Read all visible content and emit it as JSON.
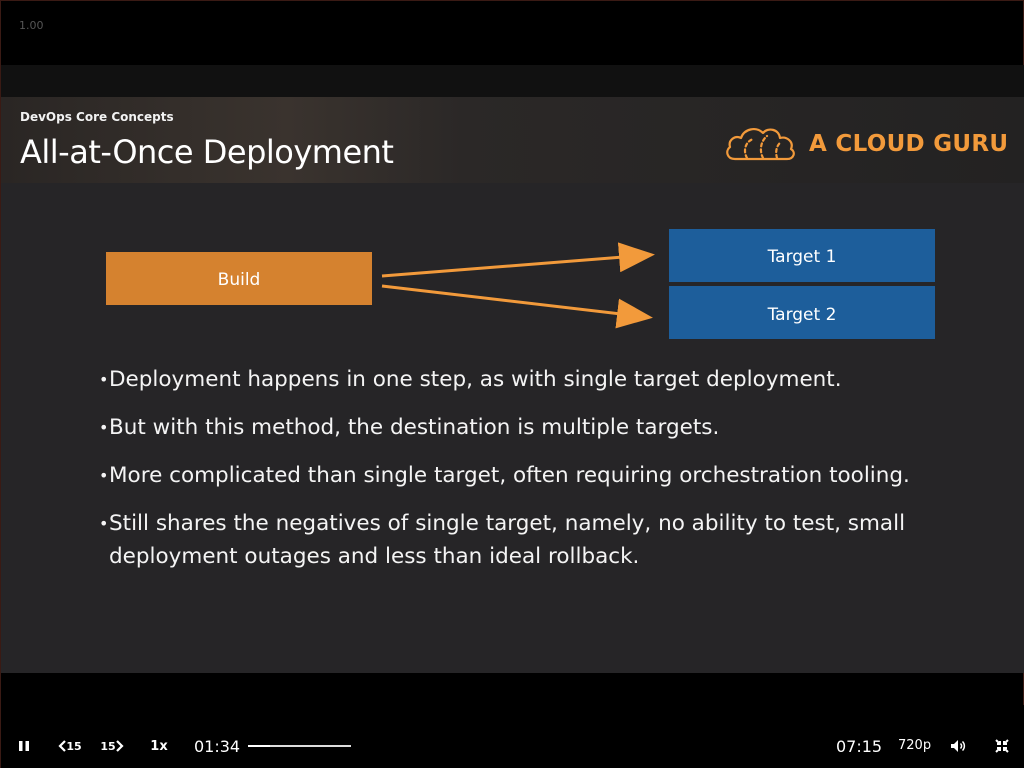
{
  "player": {
    "version_badge": "1.00",
    "current_time": "01:34",
    "total_time": "07:15",
    "playback_speed": "1x",
    "quality": "720p",
    "rewind_label": "15",
    "forward_label": "15",
    "progress_fraction": 0.216
  },
  "slide": {
    "course": "DevOps Core Concepts",
    "title": "All-at-Once Deployment",
    "brand": "A CLOUD GURU",
    "brand_color": "#f29a3b",
    "diagram": {
      "source": {
        "label": "Build",
        "color": "#d5822f"
      },
      "targets": [
        {
          "label": "Target 1",
          "color": "#1d5e9b"
        },
        {
          "label": "Target 2",
          "color": "#1d5e9b"
        }
      ],
      "arrow_color": "#f29a3b"
    },
    "bullets": [
      "Deployment happens in one step, as with single target deployment.",
      "But with this method, the destination is multiple targets.",
      "More complicated than single target, often requiring orchestration tooling.",
      "Still shares the negatives of single target, namely, no ability to test, small deployment outages and less than ideal rollback."
    ]
  },
  "icons": {
    "play_pause": "pause-icon",
    "rewind": "rewind-15-icon",
    "forward": "forward-15-icon",
    "volume": "volume-icon",
    "fullscreen": "exit-fullscreen-icon",
    "logo": "cloud-logo-icon"
  }
}
